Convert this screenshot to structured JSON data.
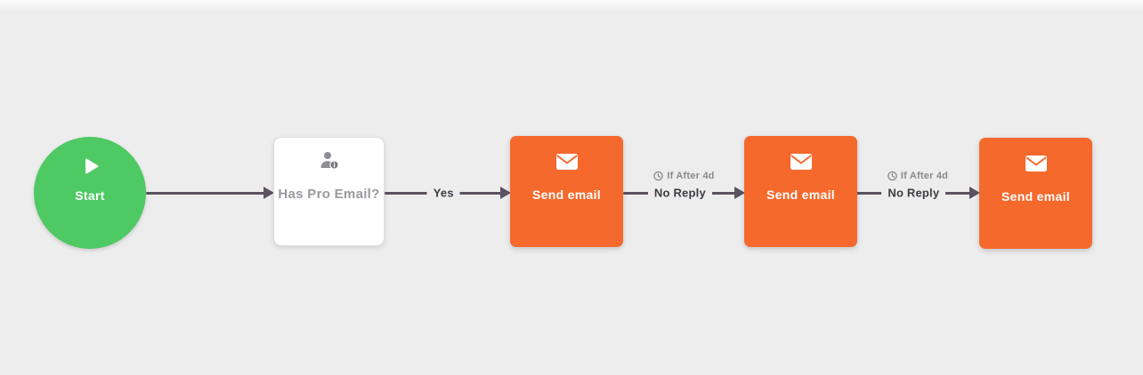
{
  "app": {
    "name": "email-sequence-workflow"
  },
  "colors": {
    "canvas_bg": "#ededee",
    "start_green": "#4fc963",
    "email_orange": "#f5692d",
    "edge": "#5b5261",
    "condition_text": "#9a9aa0",
    "edge_label_text": "#3f3b40",
    "edge_condition_text": "#8a8a8e"
  },
  "nodes": [
    {
      "id": "start",
      "type": "start",
      "label": "Start",
      "icon": "play-icon"
    },
    {
      "id": "condition-1",
      "type": "condition",
      "label": "Has Pro Email?",
      "icon": "person-info-icon"
    },
    {
      "id": "email-1",
      "type": "send-email",
      "label": "Send email",
      "icon": "envelope-icon"
    },
    {
      "id": "email-2",
      "type": "send-email",
      "label": "Send email",
      "icon": "envelope-icon"
    },
    {
      "id": "email-3",
      "type": "send-email",
      "label": "Send email",
      "icon": "envelope-icon"
    }
  ],
  "edges": [
    {
      "from": "start",
      "to": "condition-1",
      "label": ""
    },
    {
      "from": "condition-1",
      "to": "email-1",
      "label": "Yes"
    },
    {
      "from": "email-1",
      "to": "email-2",
      "label": "No Reply",
      "condition_label": "If After 4d",
      "icon": "clock-icon"
    },
    {
      "from": "email-2",
      "to": "email-3",
      "label": "No Reply",
      "condition_label": "If After 4d",
      "icon": "clock-icon"
    }
  ]
}
